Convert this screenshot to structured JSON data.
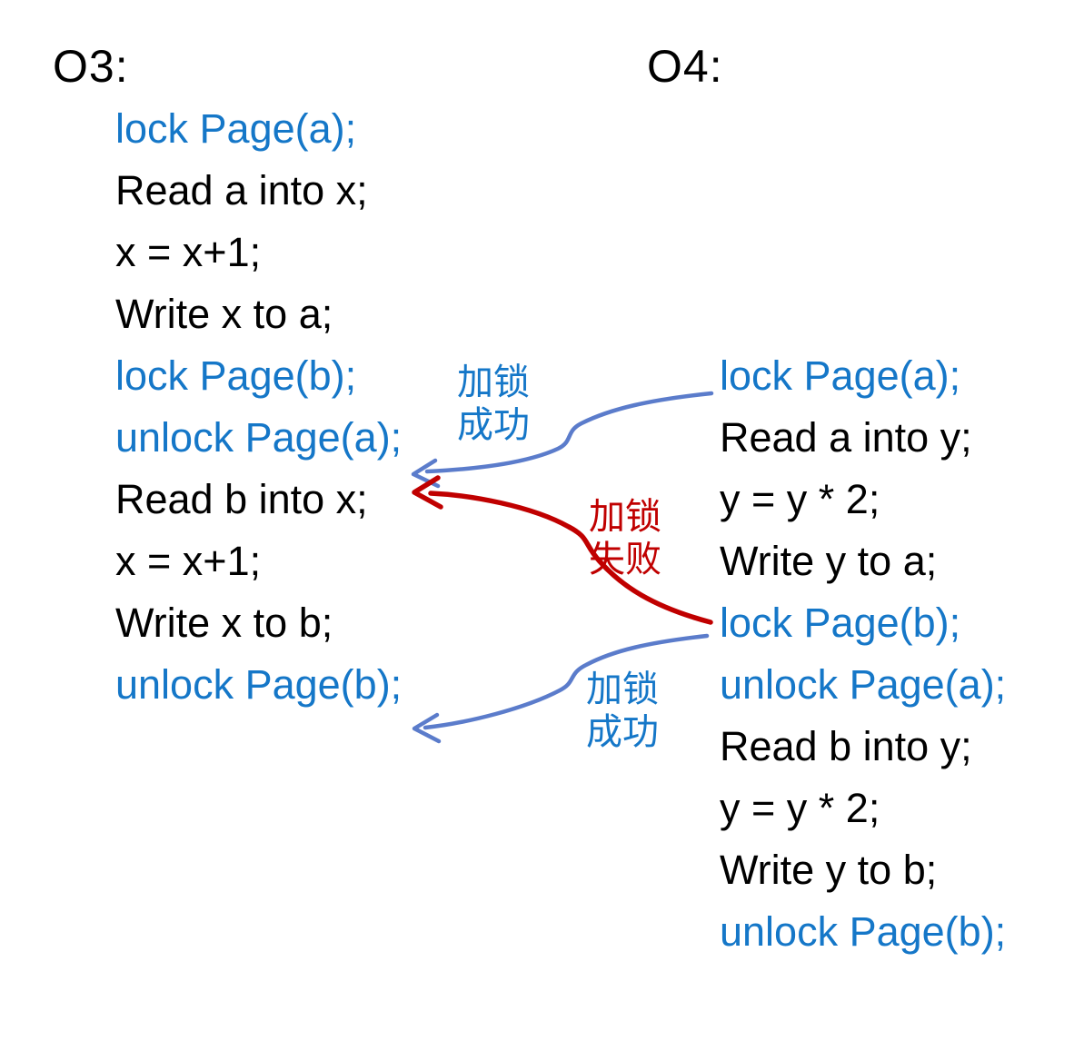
{
  "colors": {
    "background": "#FFFFFF",
    "black_text": "#000000",
    "blue_text": "#1577C8",
    "arrow_blue": "#5B7CCB",
    "arrow_red": "#C00000"
  },
  "left_block": {
    "title": "O3:",
    "lines": [
      {
        "text": "lock Page(a);",
        "style": "lock"
      },
      {
        "text": "Read a into x;",
        "style": "plain"
      },
      {
        "text": "x = x+1;",
        "style": "plain"
      },
      {
        "text": "Write x to a;",
        "style": "plain"
      },
      {
        "text": "lock Page(b);",
        "style": "lock"
      },
      {
        "text": "unlock Page(a);",
        "style": "lock"
      },
      {
        "text": "Read b into x;",
        "style": "plain"
      },
      {
        "text": "x = x+1;",
        "style": "plain"
      },
      {
        "text": "Write x to b;",
        "style": "plain"
      },
      {
        "text": "unlock Page(b);",
        "style": "lock"
      }
    ]
  },
  "right_block": {
    "title": "O4:",
    "lines": [
      {
        "text": "lock Page(a);",
        "style": "lock"
      },
      {
        "text": "Read a into y;",
        "style": "plain"
      },
      {
        "text": "y = y * 2;",
        "style": "plain"
      },
      {
        "text": "Write y to a;",
        "style": "plain"
      },
      {
        "text": "lock Page(b);",
        "style": "lock"
      },
      {
        "text": "unlock Page(a);",
        "style": "lock"
      },
      {
        "text": "Read b into y;",
        "style": "plain"
      },
      {
        "text": "y = y * 2;",
        "style": "plain"
      },
      {
        "text": "Write y to b;",
        "style": "plain"
      },
      {
        "text": "unlock Page(b);",
        "style": "lock"
      }
    ]
  },
  "annotations": {
    "lock_success_top": {
      "line1": "加锁",
      "line2": "成功"
    },
    "lock_fail": {
      "line1": "加锁",
      "line2": "失败"
    },
    "lock_success_bottom": {
      "line1": "加锁",
      "line2": "成功"
    }
  }
}
